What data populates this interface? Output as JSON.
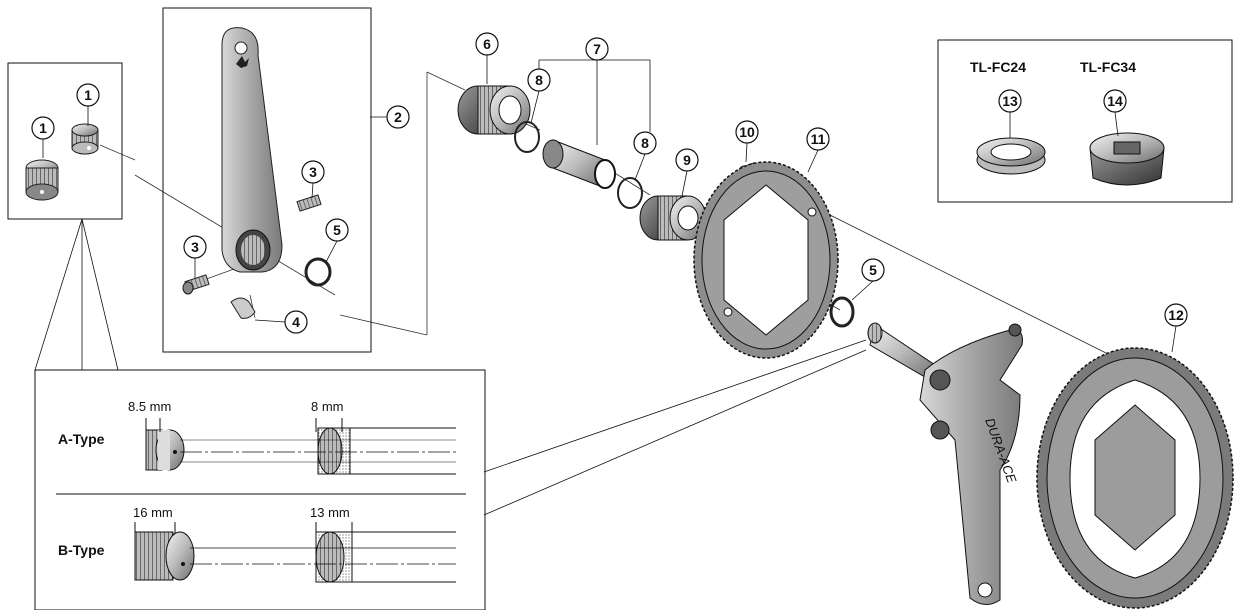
{
  "callouts": {
    "c1a": "1",
    "c1b": "1",
    "c2": "2",
    "c3a": "3",
    "c3b": "3",
    "c4": "4",
    "c5a": "5",
    "c5b": "5",
    "c6": "6",
    "c7": "7",
    "c8a": "8",
    "c8b": "8",
    "c9": "9",
    "c10": "10",
    "c11": "11",
    "c12": "12",
    "c13": "13",
    "c14": "14"
  },
  "tools": {
    "tool_a_name": "TL-FC24",
    "tool_b_name": "TL-FC34"
  },
  "types": {
    "a_type_label": "A-Type",
    "a_cap_dim": "8.5 mm",
    "a_axle_dim": "8 mm",
    "b_type_label": "B-Type",
    "b_cap_dim": "16 mm",
    "b_axle_dim": "13 mm"
  },
  "colors": {
    "ink": "#1a1a1a",
    "mid": "#8a8a8a",
    "light": "#cfcfcf",
    "dark": "#4a4a4a"
  }
}
